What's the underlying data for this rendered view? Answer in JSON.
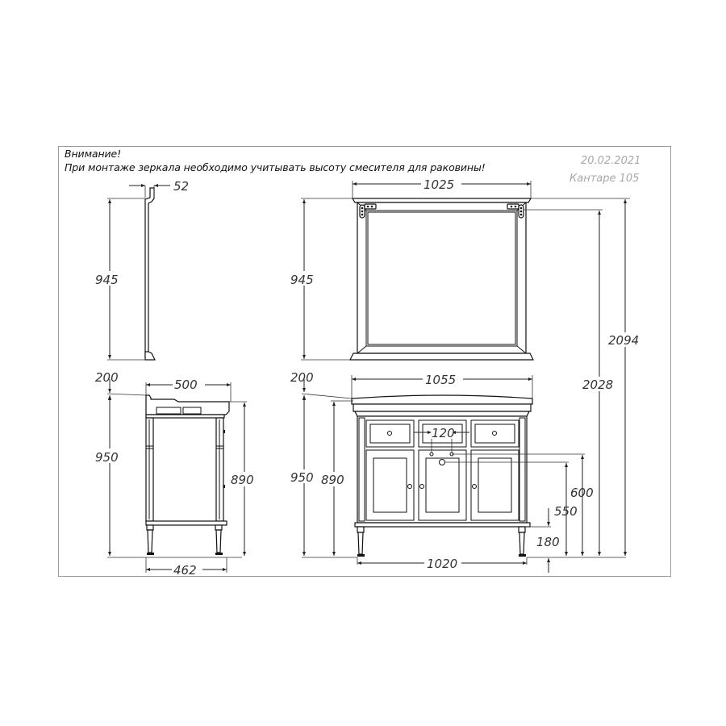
{
  "notice": {
    "title": "Внимание!",
    "text": "При монтаже зеркала необходимо учитывать высоту смесителя для раковины!"
  },
  "stamp": {
    "date": "20.02.2021",
    "model": "Кантаре 105"
  },
  "views": {
    "mirror_side": {
      "depth": "52",
      "height": "945"
    },
    "mirror_front": {
      "width": "1025",
      "height": "945"
    },
    "vanity_side": {
      "gap_above": "200",
      "top_depth": "500",
      "total_height": "950",
      "body_height": "890",
      "leg_span": "462"
    },
    "vanity_front": {
      "gap_above": "200",
      "top_width": "1055",
      "total_height": "950",
      "body_height": "890",
      "hole_spacing": "120",
      "leg_span": "1020"
    },
    "overall": {
      "mirror_top_height": "2094",
      "mirror_hanger_height": "2028",
      "outlet_height_600": "600",
      "outlet_height_550": "550",
      "leg_height": "180"
    }
  },
  "colors": {
    "line": "#222222",
    "text": "#333333",
    "stamp": "#a8a8a8",
    "frame": "#9a9a9a"
  }
}
